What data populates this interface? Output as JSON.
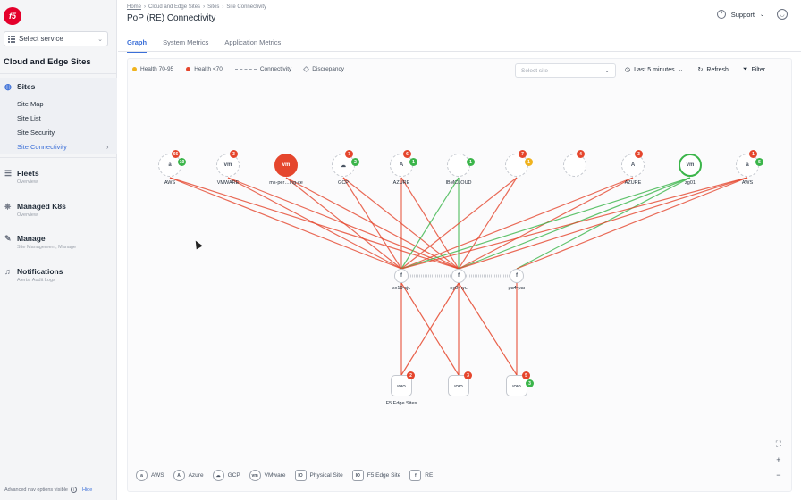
{
  "sidebar": {
    "logo": "f5",
    "service_select": "Select service",
    "section_title": "Cloud and Edge Sites",
    "groups": [
      {
        "label": "Sites",
        "sub": "",
        "items": [
          "Site Map",
          "Site List",
          "Site Security",
          "Site Connectivity"
        ]
      },
      {
        "label": "Fleets",
        "sub": "Overview"
      },
      {
        "label": "Managed K8s",
        "sub": "Overview"
      },
      {
        "label": "Manage",
        "sub": "Site Management, Manage"
      },
      {
        "label": "Notifications",
        "sub": "Alerts, Audit Logs"
      }
    ],
    "bottom_note": "Advanced nav options visible",
    "hide_label": "Hide"
  },
  "header": {
    "breadcrumb": [
      "Home",
      "Cloud and Edge Sites",
      "Sites",
      "Site Connectivity"
    ],
    "title": "PoP (RE) Connectivity",
    "support_label": "Support"
  },
  "tabs": [
    "Graph",
    "System Metrics",
    "Application Metrics"
  ],
  "legend_top": {
    "health_warn": "Health 70-95",
    "health_bad": "Health <70",
    "connectivity": "Connectivity",
    "discrepancy": "Discrepancy"
  },
  "colors": {
    "warn": "#f0b31e",
    "bad": "#e5462d",
    "good": "#3bb54a",
    "accent": "#3b6fd8"
  },
  "site_select_placeholder": "Select site",
  "controls": {
    "time": "Last 5 minutes",
    "refresh": "Refresh",
    "filter": "Filter"
  },
  "zoom": {
    "fit": "⛶",
    "in": "+",
    "out": "−"
  },
  "legend_bottom": [
    "AWS",
    "Azure",
    "GCP",
    "VMware",
    "Physical Site",
    "F5 Edge Site",
    "RE"
  ],
  "graph": {
    "top_nodes": [
      {
        "id": "aws1",
        "label": "AWS",
        "icon": "a",
        "red": "66",
        "green": "10"
      },
      {
        "id": "vmware",
        "label": "VMWARE",
        "icon": "vm",
        "red": "3",
        "green": ""
      },
      {
        "id": "ms",
        "label": "ms-per…ing-ce",
        "icon": "vm",
        "red": "",
        "green": ""
      },
      {
        "id": "gcp",
        "label": "GCP",
        "icon": "☁",
        "red": "7",
        "green": "2"
      },
      {
        "id": "azure1",
        "label": "AZURE",
        "icon": "A",
        "red": "6",
        "green": "1"
      },
      {
        "id": "ibm",
        "label": "IBMCLOUD",
        "icon": "",
        "red": "",
        "green": "1"
      },
      {
        "id": "unk1",
        "label": "",
        "icon": "",
        "red": "7",
        "yellow": "1"
      },
      {
        "id": "unk2",
        "label": "",
        "icon": "",
        "red": "4",
        "green": ""
      },
      {
        "id": "azure2",
        "label": "AZURE",
        "icon": "A",
        "red": "3",
        "green": ""
      },
      {
        "id": "zg01",
        "label": "zg01",
        "icon": "vm",
        "red": "",
        "green": ""
      },
      {
        "id": "aws2",
        "label": "AWS",
        "icon": "a",
        "red": "1",
        "green": "5"
      }
    ],
    "re_nodes": [
      {
        "id": "sv10",
        "label": "sv10-sjc"
      },
      {
        "id": "ny8",
        "label": "ny8-nyc"
      },
      {
        "id": "pa4",
        "label": "pa4-par"
      }
    ],
    "edge_nodes": [
      {
        "id": "e1",
        "label": "F5 Edge Sites",
        "icon": "IOIO",
        "red": "2",
        "green": ""
      },
      {
        "id": "e2",
        "label": "",
        "icon": "IOIO",
        "red": "3",
        "green": ""
      },
      {
        "id": "e3",
        "label": "",
        "icon": "IOIO",
        "red": "5",
        "green": "3"
      }
    ]
  }
}
